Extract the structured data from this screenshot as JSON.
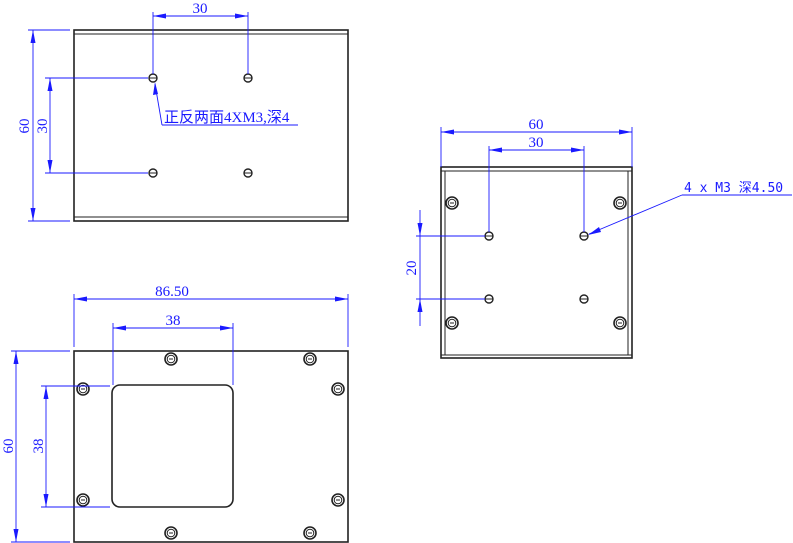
{
  "views": {
    "side": {
      "dim_top": "30",
      "dim_height": "60",
      "dim_hole_spacing": "30",
      "note": "正反两面4XM3,深4"
    },
    "end": {
      "dim_width": "60",
      "dim_hole_spacing": "30",
      "dim_vertical": "20",
      "note": "4 x M3 深4.50"
    },
    "front": {
      "dim_width": "86.50",
      "dim_window_width": "38",
      "dim_height": "60",
      "dim_window_height": "38"
    }
  },
  "colors": {
    "dimension": "#1a1aff",
    "outline": "#222222"
  }
}
